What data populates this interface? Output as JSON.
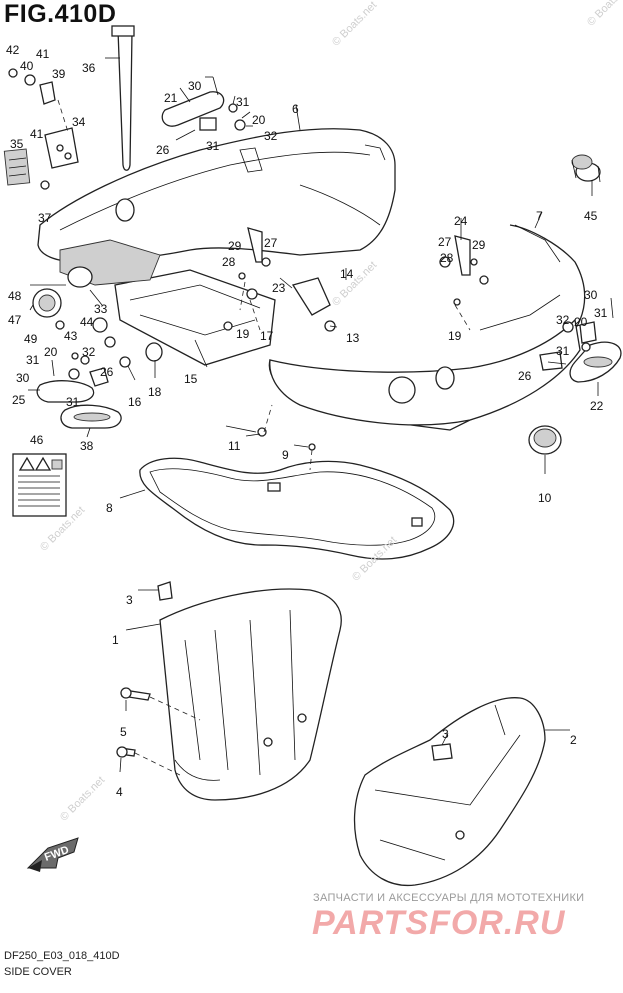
{
  "figure": {
    "title": "FIG.410D",
    "model_code": "DF250_E03_018_410D",
    "caption": "SIDE COVER"
  },
  "watermarks": [
    "© Boats.net",
    "© Boats.net",
    "© Boats.net",
    "© Boats.net",
    "© Boats.net",
    "© Boats.net"
  ],
  "advert": {
    "tagline": "ЗАПЧАСТИ И АКСЕССУАРЫ ДЛЯ МОТОТЕХНИКИ",
    "logo": "PARTSFOR.RU"
  },
  "fwd_label": "FWD",
  "callouts": [
    {
      "id": "c42",
      "label": "42"
    },
    {
      "id": "c41a",
      "label": "41"
    },
    {
      "id": "c40",
      "label": "40"
    },
    {
      "id": "c39",
      "label": "39"
    },
    {
      "id": "c36",
      "label": "36"
    },
    {
      "id": "c34",
      "label": "34"
    },
    {
      "id": "c41b",
      "label": "41"
    },
    {
      "id": "c35",
      "label": "35"
    },
    {
      "id": "c37",
      "label": "37"
    },
    {
      "id": "c30a",
      "label": "30"
    },
    {
      "id": "c21",
      "label": "21"
    },
    {
      "id": "c31a",
      "label": "31"
    },
    {
      "id": "c20a",
      "label": "20"
    },
    {
      "id": "c31b",
      "label": "31"
    },
    {
      "id": "c32a",
      "label": "32"
    },
    {
      "id": "c26a",
      "label": "26"
    },
    {
      "id": "c6",
      "label": "6"
    },
    {
      "id": "c45",
      "label": "45"
    },
    {
      "id": "c24",
      "label": "24"
    },
    {
      "id": "c7",
      "label": "7"
    },
    {
      "id": "c27a",
      "label": "27"
    },
    {
      "id": "c28a",
      "label": "28"
    },
    {
      "id": "c29a",
      "label": "29"
    },
    {
      "id": "c29b",
      "label": "29"
    },
    {
      "id": "c27b",
      "label": "27"
    },
    {
      "id": "c28b",
      "label": "28"
    },
    {
      "id": "c14",
      "label": "14"
    },
    {
      "id": "c23",
      "label": "23"
    },
    {
      "id": "c48",
      "label": "48"
    },
    {
      "id": "c33",
      "label": "33"
    },
    {
      "id": "c47",
      "label": "47"
    },
    {
      "id": "c49",
      "label": "49"
    },
    {
      "id": "c43",
      "label": "43"
    },
    {
      "id": "c19a",
      "label": "19"
    },
    {
      "id": "c17",
      "label": "17"
    },
    {
      "id": "c13",
      "label": "13"
    },
    {
      "id": "c19b",
      "label": "19"
    },
    {
      "id": "c30b",
      "label": "30"
    },
    {
      "id": "c32b",
      "label": "32"
    },
    {
      "id": "c31c",
      "label": "31"
    },
    {
      "id": "c20b",
      "label": "20"
    },
    {
      "id": "c31d",
      "label": "31"
    },
    {
      "id": "c44",
      "label": "44"
    },
    {
      "id": "c32c",
      "label": "32"
    },
    {
      "id": "c20c",
      "label": "20"
    },
    {
      "id": "c31e",
      "label": "31"
    },
    {
      "id": "c30c",
      "label": "30"
    },
    {
      "id": "c26b",
      "label": "26"
    },
    {
      "id": "c16",
      "label": "16"
    },
    {
      "id": "c18",
      "label": "18"
    },
    {
      "id": "c15",
      "label": "15"
    },
    {
      "id": "c25",
      "label": "25"
    },
    {
      "id": "c31f",
      "label": "31"
    },
    {
      "id": "c26c",
      "label": "26"
    },
    {
      "id": "c22",
      "label": "22"
    },
    {
      "id": "c46",
      "label": "46"
    },
    {
      "id": "c38",
      "label": "38"
    },
    {
      "id": "c11",
      "label": "11"
    },
    {
      "id": "c9",
      "label": "9"
    },
    {
      "id": "c10",
      "label": "10"
    },
    {
      "id": "c8",
      "label": "8"
    },
    {
      "id": "c3a",
      "label": "3"
    },
    {
      "id": "c1",
      "label": "1"
    },
    {
      "id": "c5",
      "label": "5"
    },
    {
      "id": "c4",
      "label": "4"
    },
    {
      "id": "c3b",
      "label": "3"
    },
    {
      "id": "c2",
      "label": "2"
    }
  ]
}
